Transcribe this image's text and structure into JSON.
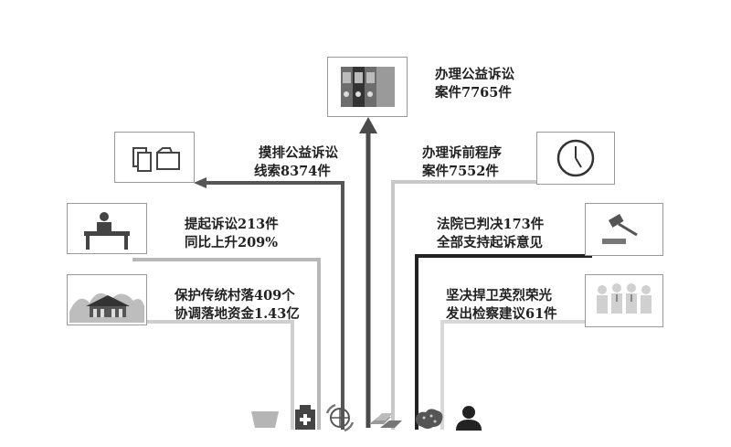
{
  "center": {
    "line1": "办理公益诉讼",
    "line2": "案件7765件"
  },
  "left": [
    {
      "line1": "摸排公益诉讼",
      "line2": "线索8374件",
      "icon": "documents-folder-icon"
    },
    {
      "line1": "提起诉讼213件",
      "line2": "同比上升209%",
      "icon": "person-at-desk-icon"
    },
    {
      "line1": "保护传统村落409个",
      "line2": "协调落地资金1.43亿",
      "icon": "traditional-village-icon"
    }
  ],
  "right": [
    {
      "line1": "办理诉前程序",
      "line2": "案件7552件",
      "icon": "clock-icon"
    },
    {
      "line1": "法院已判决173件",
      "line2": "全部支持起诉意见",
      "icon": "gavel-icon"
    },
    {
      "line1": "坚决捍卫英烈荣光",
      "line2": "发出检察建议61件",
      "icon": "people-group-icon"
    }
  ],
  "bottom_icons": [
    "bowl-icon",
    "medicine-bottle-icon",
    "globe-recycle-icon",
    "gold-bars-icon",
    "map-china-icon",
    "person-icon"
  ]
}
